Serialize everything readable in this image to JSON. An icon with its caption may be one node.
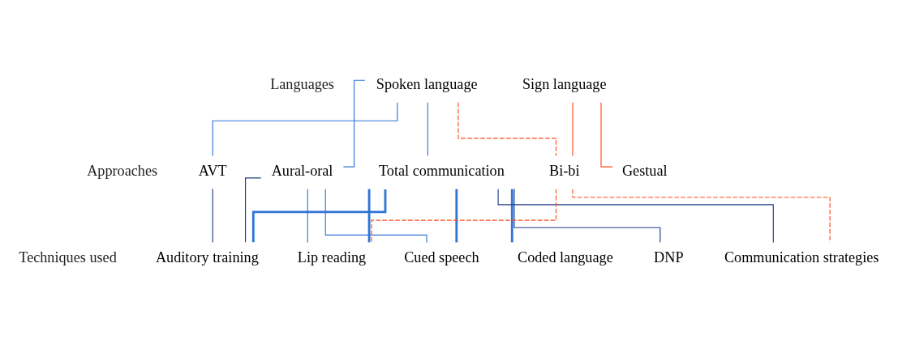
{
  "diagram": {
    "nodes": [
      {
        "text": [
          "Spoken language"
        ]
      },
      {
        "text": [
          "Sign language"
        ]
      },
      {
        "text": [
          "AVT"
        ]
      },
      {
        "text": [
          "Aural-oral"
        ]
      },
      {
        "text": [
          "Total communication"
        ]
      },
      {
        "text": [
          "Bi-bi"
        ]
      },
      {
        "text": [
          "Gestual"
        ]
      },
      {
        "text": [
          "Auditory training"
        ]
      },
      {
        "text": [
          "Lip reading"
        ]
      },
      {
        "text": [
          "Cued speech"
        ]
      },
      {
        "text": [
          "Coded language"
        ]
      },
      {
        "text": [
          "DNP"
        ]
      },
      {
        "text": [
          "Communication strategies"
        ]
      }
    ],
    "edges": [
      {
        "from": 0,
        "to": 2,
        "arrow": "none"
      },
      {
        "from": 0,
        "to": 3,
        "arrow": "none"
      },
      {
        "from": 0,
        "to": 4,
        "arrow": "none"
      },
      {
        "from": 1,
        "to": 5,
        "arrow": "none",
        "color": "#ff4a1c"
      },
      {
        "from": 1,
        "to": 6,
        "arrow": "none",
        "color": "#ff4a1c"
      },
      {
        "from": 0,
        "to": 5,
        "arrow": "none",
        "style": "dashed",
        "color": "#ff4a1c"
      },
      {
        "from": 2,
        "to": 7,
        "arrow": "none",
        "color": "#1f3c88"
      },
      {
        "from": 3,
        "to": 7,
        "arrow": "none",
        "color": "#1f3c88"
      },
      {
        "from": 3,
        "to": 8,
        "arrow": "none"
      },
      {
        "from": 3,
        "to": 9,
        "arrow": "none"
      },
      {
        "from": 4,
        "to": 11,
        "arrow": "none",
        "color": "#1f3c88"
      },
      {
        "from": 4,
        "to": 12,
        "arrow": "none",
        "color": "#1f3c88"
      },
      {
        "from": 4,
        "to": 7,
        "arrow": "none",
        "style": "thick"
      },
      {
        "from": 4,
        "to": 8,
        "arrow": "none",
        "style": "thick"
      },
      {
        "from": 4,
        "to": 9,
        "arrow": "none",
        "style": "thick"
      },
      {
        "from": 4,
        "to": 10,
        "arrow": "none",
        "style": "thick"
      },
      {
        "from": 5,
        "to": 12,
        "arrow": "none",
        "style": "dashed",
        "color": "#ff4a1c"
      },
      {
        "from": 5,
        "to": 8,
        "arrow": "none",
        "style": "dashed",
        "color": "#ff4a1c"
      }
    ],
    "labels": [
      "Languages",
      "Approaches",
      "Techniques used"
    ]
  }
}
